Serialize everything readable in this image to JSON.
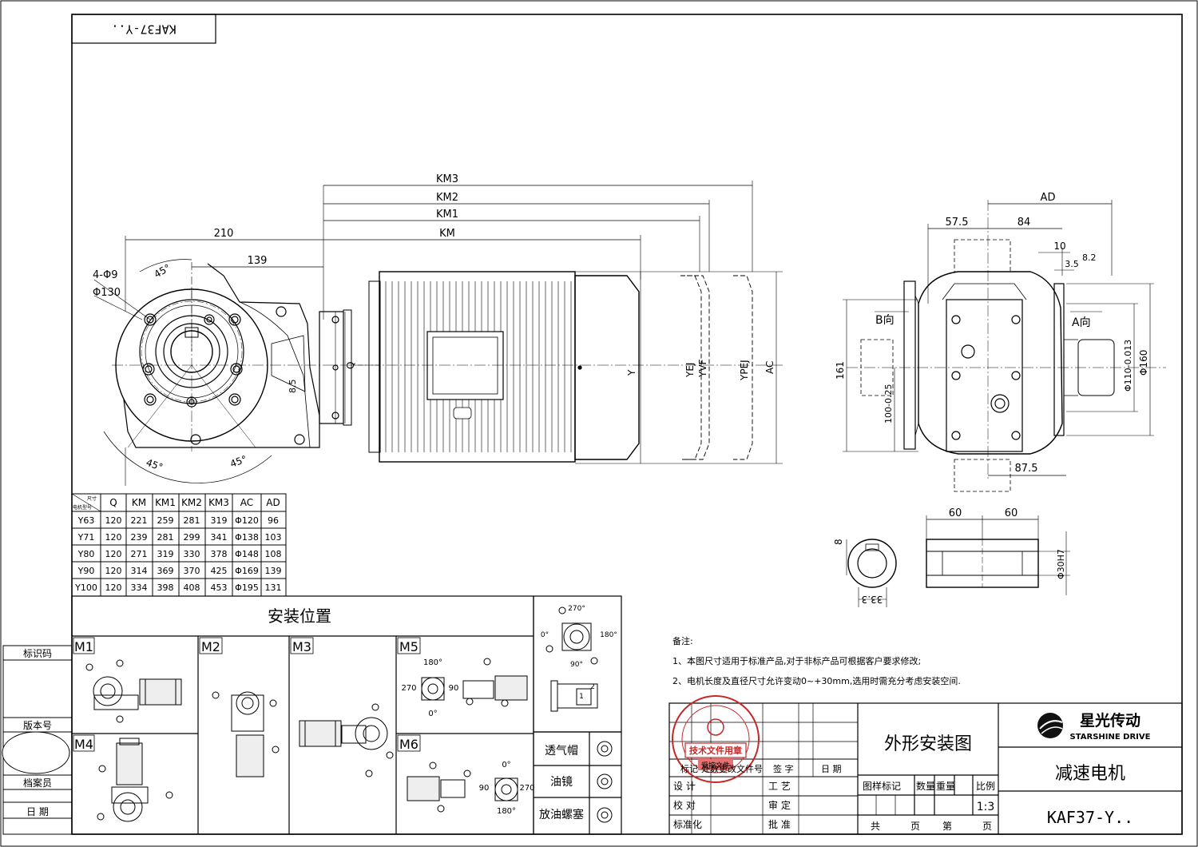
{
  "title_block": {
    "rotated_label": "KAF37-Y..",
    "drawing_name": "外形安装图",
    "product_name": "减速电机",
    "model": "KAF37-Y..",
    "company_cn": "星光传动",
    "company_en": "STARSHINE DRIVE",
    "stamp_text": "技术文件用章",
    "stamp_sub": "受控文件",
    "scale": "1:3",
    "header_row": [
      "标记",
      "处数",
      "更改文件号",
      "签 字",
      "日 期"
    ],
    "roles": [
      "设 计",
      "校 对",
      "标准化"
    ],
    "roles_right": [
      "工 艺",
      "审 定",
      "批 准"
    ],
    "meta_row": [
      "图样标记",
      "数量",
      "重量",
      "比例"
    ],
    "sheet_row": [
      "共",
      "页",
      "第",
      "页"
    ]
  },
  "side_labels": [
    "标识码",
    "版本号",
    "档案员",
    "日 期"
  ],
  "dims_front": {
    "d210": "210",
    "d139": "139",
    "holes": "4-Φ9",
    "pcd": "Φ130",
    "a45": "45°",
    "q": "Q",
    "d85": "8.5"
  },
  "dims_motor": {
    "km3": "KM3",
    "km2": "KM2",
    "km1": "KM1",
    "km": "KM",
    "y": "Y",
    "yej": "YEJ",
    "yvf": "YVF",
    "ypej": "YPEJ",
    "ac": "AC"
  },
  "dims_side": {
    "ad": "AD",
    "d575": "57.5",
    "d84": "84",
    "d10": "10",
    "d35": "3.5",
    "d82": "8.2",
    "b_dir": "B向",
    "a_dir": "A向",
    "d161": "161",
    "d100": "100-0.25",
    "d110": "Φ110-0.013",
    "d160": "Φ160",
    "d875": "87.5"
  },
  "dims_shaft": {
    "d60a": "60",
    "d60b": "60",
    "d8": "8",
    "d333": "33.3",
    "d30": "Φ30H7"
  },
  "table": {
    "corner_top": "尺寸",
    "corner_bottom": "电机型号",
    "headers": [
      "Q",
      "KM",
      "KM1",
      "KM2",
      "KM3",
      "AC",
      "AD"
    ],
    "rows": [
      [
        "Y63",
        "120",
        "221",
        "259",
        "281",
        "319",
        "Φ120",
        "96"
      ],
      [
        "Y71",
        "120",
        "239",
        "281",
        "299",
        "341",
        "Φ138",
        "103"
      ],
      [
        "Y80",
        "120",
        "271",
        "319",
        "330",
        "378",
        "Φ148",
        "108"
      ],
      [
        "Y90",
        "120",
        "314",
        "369",
        "370",
        "425",
        "Φ169",
        "139"
      ],
      [
        "Y100",
        "120",
        "334",
        "398",
        "408",
        "453",
        "Φ195",
        "131"
      ]
    ]
  },
  "mounting": {
    "title": "安装位置",
    "positions": [
      "M1",
      "M2",
      "M3",
      "M5",
      "M4",
      "M6"
    ],
    "angles": [
      "180°",
      "270",
      "90",
      "0°",
      "0°",
      "90",
      "270",
      "180°"
    ],
    "side_angles": [
      "270°",
      "0°",
      "180°",
      "90°"
    ],
    "icon_legend": [
      "透气帽",
      "油镜",
      "放油螺塞"
    ],
    "small_labels": [
      "0°",
      "1",
      "2"
    ]
  },
  "notes": {
    "heading": "备注:",
    "lines": [
      "1、本图尺寸适用于标准产品,对于非标产品可根据客户要求修改;",
      "2、电机长度及直径尺寸允许变动0~+30mm,选用时需充分考虑安装空间."
    ]
  }
}
